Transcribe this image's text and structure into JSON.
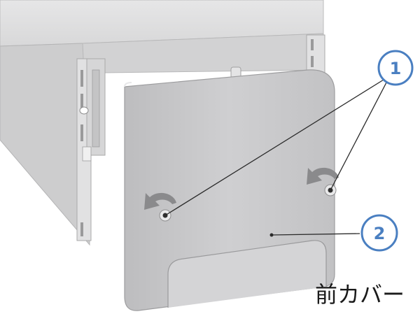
{
  "diagram": {
    "callouts": [
      {
        "number": "1"
      },
      {
        "number": "2"
      }
    ],
    "part_label": "前カバー",
    "colors": {
      "callout_ring": "#4a7fc1",
      "callout_text": "#4a7fc1",
      "leader_line": "#2b2b2b",
      "cover_fill": "#c9c9cb",
      "body_fill": "#dcdcdd",
      "arrow_fill": "#8a8a8c",
      "screw": "#2f2f2f"
    }
  }
}
